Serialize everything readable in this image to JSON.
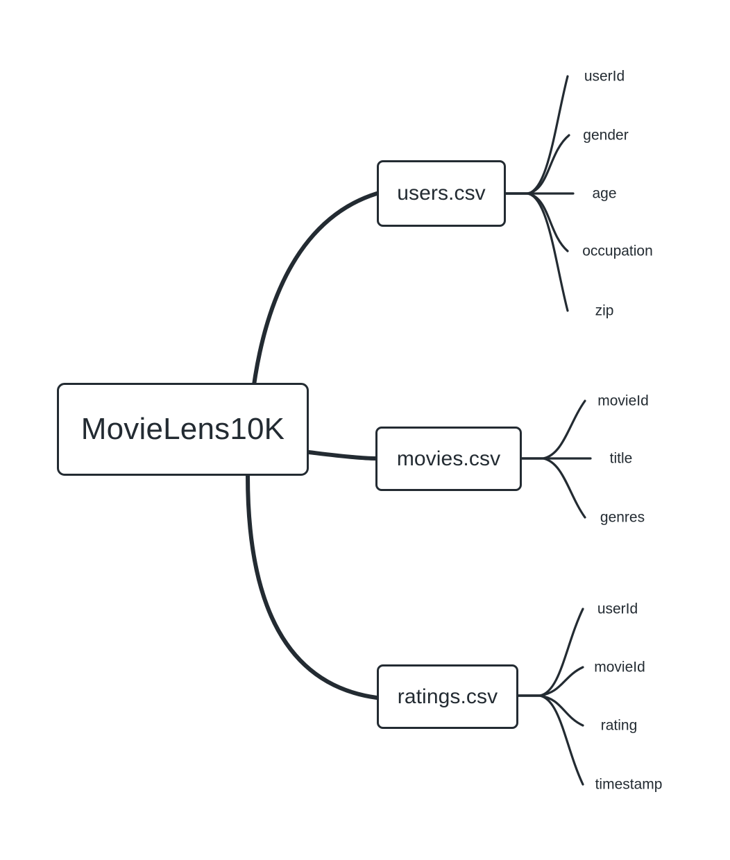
{
  "diagram": {
    "type": "mindmap",
    "background_color": "#ffffff",
    "line_color": "#232b32",
    "text_color": "#232b32",
    "root": {
      "label": "MovieLens10K"
    },
    "branches": [
      {
        "id": "users",
        "label": "users.csv",
        "leaves": [
          {
            "label": "userId"
          },
          {
            "label": "gender"
          },
          {
            "label": "age"
          },
          {
            "label": "occupation"
          },
          {
            "label": "zip"
          }
        ]
      },
      {
        "id": "movies",
        "label": "movies.csv",
        "leaves": [
          {
            "label": "movieId"
          },
          {
            "label": "title"
          },
          {
            "label": "genres"
          }
        ]
      },
      {
        "id": "ratings",
        "label": "ratings.csv",
        "leaves": [
          {
            "label": "userId"
          },
          {
            "label": "movieId"
          },
          {
            "label": "rating"
          },
          {
            "label": "timestamp"
          }
        ]
      }
    ]
  }
}
